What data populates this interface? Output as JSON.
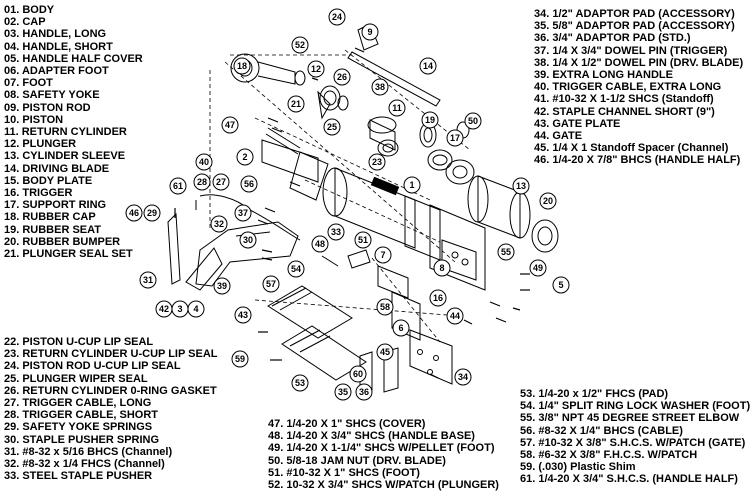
{
  "parts_lists": {
    "list_a": [
      "01. BODY",
      "02. CAP",
      "03. HANDLE, LONG",
      "04. HANDLE, SHORT",
      "05. HANDLE HALF COVER",
      "06. ADAPTER FOOT",
      "07. FOOT",
      "08. SAFETY YOKE",
      "09. PISTON ROD",
      "10. PISTON",
      "11. RETURN CYLINDER",
      "12. PLUNGER",
      "13. CYLINDER SLEEVE",
      "14. DRIVING BLADE",
      "15. BODY PLATE",
      "16. TRIGGER",
      "17. SUPPORT RING",
      "18. RUBBER CAP",
      "19. RUBBER SEAT",
      "20. RUBBER BUMPER",
      "21. PLUNGER SEAL SET"
    ],
    "list_b": [
      "22. PISTON U-CUP LIP SEAL",
      "23. RETURN CYLINDER U-CUP LIP SEAL",
      "24. PISTON ROD U-CUP LIP SEAL",
      "25. PLUNGER WIPER SEAL",
      "26. RETURN CYLINDER 0-RING GASKET",
      "27. TRIGGER CABLE, LONG",
      "28. TRIGGER CABLE, SHORT",
      "29. SAFETY YOKE SPRINGS",
      "30. STAPLE PUSHER SPRING",
      "31. #8-32 x 5/16 BHCS (Channel)",
      "32. #8-32 x 1/4 FHCS (Channel)",
      "33. STEEL STAPLE PUSHER"
    ],
    "list_c": [
      "34. 1/2\" ADAPTOR PAD (ACCESSORY)",
      "35. 5/8\" ADAPTOR PAD (ACCESSORY)",
      "36. 3/4\" ADAPTOR PAD (STD.)",
      "37. 1/4 X 3/4\" DOWEL PIN (TRIGGER)",
      "38. 1/4 X 1/2\" DOWEL PIN (DRV. BLADE)",
      "39. EXTRA LONG HANDLE",
      "40. TRIGGER CABLE, EXTRA LONG",
      "41. #10-32 X 1-1/2 SHCS (Standoff)",
      "42. STAPLE CHANNEL SHORT (9\")",
      "43. GATE PLATE",
      "44. GATE",
      "45. 1/4 X 1 Standoff Spacer (Channel)",
      "46. 1/4-20 X 7/8\" BHCS (HANDLE HALF)"
    ],
    "list_d": [
      "47. 1/4-20 X 1\" SHCS (COVER)",
      "48. 1/4-20 X 3/4\" SHCS (HANDLE BASE)",
      "49. 1/4-20 X 1-1/4\" SHCS W/PELLET (FOOT)",
      "50. 5/8-18 JAM NUT (DRV. BLADE)",
      "51. #10-32 X 1\" SHCS (FOOT)",
      "52. 10-32 X 3/4\" SHCS W/PATCH (PLUNGER)"
    ],
    "list_e": [
      "53. 1/4-20 x 1/2\" FHCS (PAD)",
      "54. 1/4\" SPLIT RING LOCK WASHER (FOOT)",
      "55. 3/8\" NPT 45 DEGREE STREET ELBOW",
      "56. #8-32 X 1/4\" BHCS (CABLE)",
      "57. #10-32 X 3/8\" S.H.C.S. W/PATCH (GATE)",
      "58. #6-32 X 3/8\" F.H.C.S. W/PATCH",
      "59. (.030) Plastic Shim",
      "61. 1/4-20 X 3/4\" S.H.C.S. (HANDLE HALF)"
    ]
  },
  "callouts": [
    "24",
    "9",
    "14",
    "52",
    "12",
    "18",
    "26",
    "38",
    "21",
    "50",
    "11",
    "47",
    "25",
    "19",
    "17",
    "23",
    "2",
    "1",
    "13",
    "20",
    "40",
    "28",
    "27",
    "56",
    "61",
    "46",
    "29",
    "37",
    "32",
    "33",
    "51",
    "55",
    "7",
    "8",
    "48",
    "30",
    "54",
    "49",
    "5",
    "31",
    "57",
    "16",
    "39",
    "4",
    "3",
    "42",
    "43",
    "58",
    "6",
    "44",
    "45",
    "59",
    "53",
    "60",
    "34",
    "35",
    "36"
  ]
}
